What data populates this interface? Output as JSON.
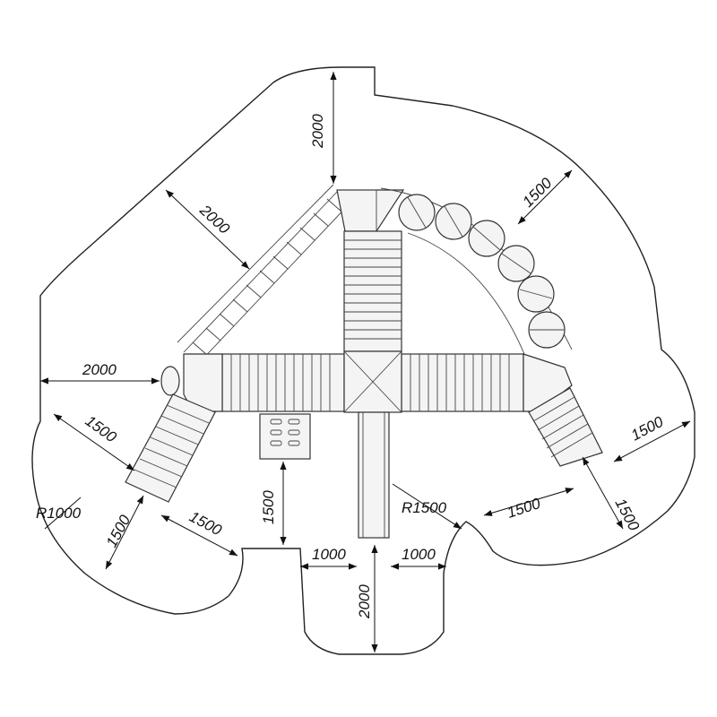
{
  "dimensions": {
    "top_vertical": "2000",
    "upper_left_diagonal": "2000",
    "upper_right_diagonal": "1500",
    "left_horizontal": "2000",
    "left_diagonal_upper": "1500",
    "left_radius": "R1000",
    "left_diagonal_lower": "1500",
    "lower_left_diagonal": "1500",
    "center_vertical": "1500",
    "center_radius": "R1500",
    "bottom_left_width": "1000",
    "bottom_right_width": "1000",
    "bottom_vertical": "2000",
    "lower_right_diagonal": "1500",
    "right_diagonal": "1500",
    "right_vertical_diagonal": "1500"
  },
  "colors": {
    "line": "#222222",
    "background": "#ffffff"
  }
}
